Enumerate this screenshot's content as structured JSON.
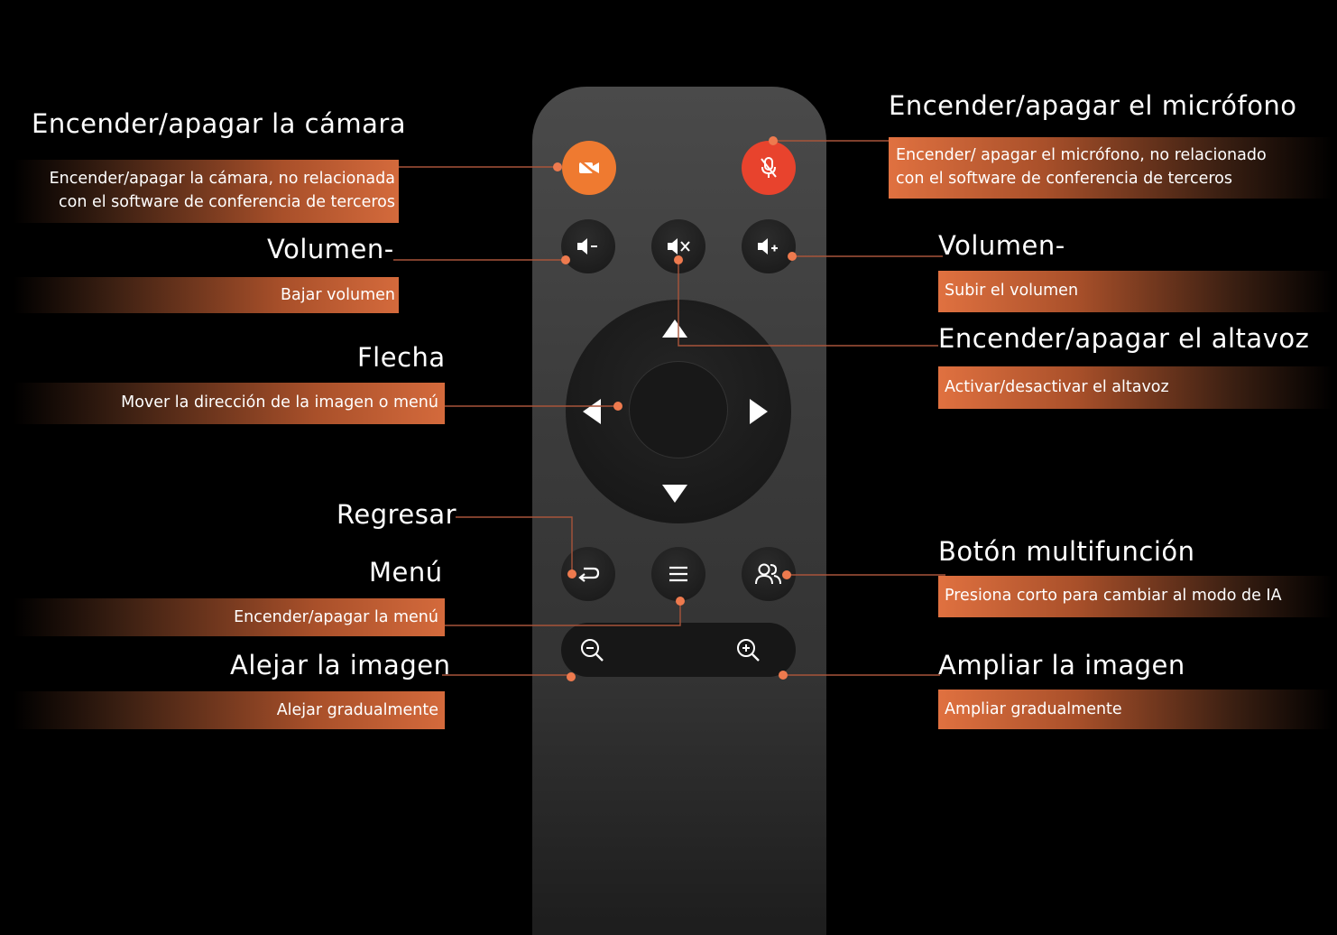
{
  "colors": {
    "accent": "#ee7a4e",
    "camera_button": "#ef7a30",
    "mic_button": "#e8432d",
    "remote_body": "#3b3b3b"
  },
  "labels": {
    "camera": {
      "title": "Encender/apagar la cámara",
      "desc_line1": "Encender/apagar la cámara, no relacionada",
      "desc_line2": "con el software de conferencia de terceros"
    },
    "mic": {
      "title": "Encender/apagar el micrófono",
      "desc_line1": "Encender/ apagar el micrófono, no relacionado",
      "desc_line2": "con el software de conferencia de terceros"
    },
    "vol_down": {
      "title": "Volumen-",
      "desc": "Bajar volumen"
    },
    "vol_up": {
      "title": "Volumen-",
      "desc": "Subir el volumen"
    },
    "speaker": {
      "title": "Encender/apagar el altavoz",
      "desc": "Activar/desactivar el altavoz"
    },
    "arrow": {
      "title": "Flecha",
      "desc": "Mover la dirección de la imagen o menú"
    },
    "back": {
      "title": "Regresar"
    },
    "menu": {
      "title": "Menú",
      "desc": "Encender/apagar la menú"
    },
    "multi": {
      "title": "Botón multifunción",
      "desc": "Presiona corto para cambiar al modo de IA"
    },
    "zoom_out": {
      "title": "Alejar la imagen",
      "desc": "Alejar gradualmente"
    },
    "zoom_in": {
      "title": "Ampliar la imagen",
      "desc": "Ampliar gradualmente"
    }
  },
  "icons": [
    "camera-off-icon",
    "mic-off-icon",
    "volume-down-icon",
    "mute-icon",
    "volume-up-icon",
    "arrow-up-icon",
    "arrow-down-icon",
    "arrow-left-icon",
    "arrow-right-icon",
    "back-icon",
    "menu-icon",
    "multifunction-icon",
    "zoom-out-icon",
    "zoom-in-icon"
  ]
}
